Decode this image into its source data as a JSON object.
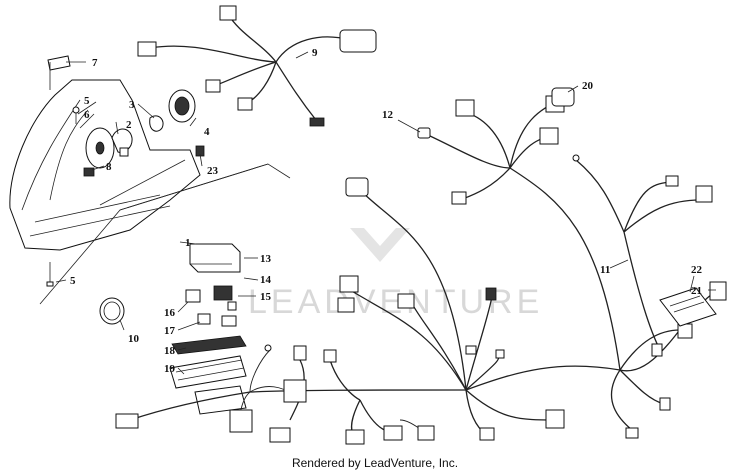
{
  "callouts": {
    "c1": "1",
    "c2": "2",
    "c3": "3",
    "c4": "4",
    "c5a": "5",
    "c5b": "5",
    "c6": "6",
    "c7": "7",
    "c8": "8",
    "c9": "9",
    "c10": "10",
    "c11": "11",
    "c12": "12",
    "c13": "13",
    "c14": "14",
    "c15": "15",
    "c16": "16",
    "c17": "17",
    "c18": "18",
    "c19": "19",
    "c20": "20",
    "c21": "21",
    "c22": "22",
    "c23": "23"
  },
  "watermark": {
    "text": "LEADVENTURE",
    "color": "#d8d8d8"
  },
  "footer": {
    "text": "Rendered by LeadVenture, Inc."
  },
  "colors": {
    "line": "#222222",
    "background": "#ffffff"
  }
}
